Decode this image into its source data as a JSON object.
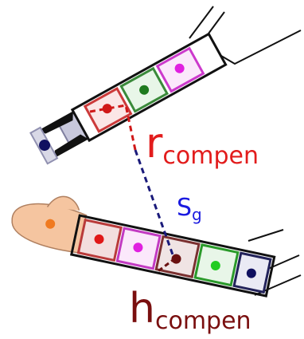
{
  "labels": {
    "r_main": "r",
    "r_sub": "compen",
    "h_main": "h",
    "h_sub": "compen",
    "s_main": "S",
    "s_sub": "g"
  },
  "colors": {
    "background": "#ffffff",
    "outline": "#111111",
    "r_label": "#e21c1c",
    "h_label": "#7a0f0f",
    "s_label": "#1a1ae0",
    "connector": "#1a1a7a",
    "r_offset": "#d01818",
    "h_offset": "#6a1010",
    "hand_skin": "#f5c5a0",
    "hand_marker": "#f07a20",
    "gripper_body": "#c8c8dc",
    "gripper_marker": "#101060"
  },
  "robot_arm": {
    "segments": [
      {
        "name": "gripper",
        "fill": "#ffffff",
        "stroke": "#111111",
        "marker": "#101060"
      },
      {
        "name": "red-link",
        "fill": "#fbe6e6",
        "stroke": "#cc3a3a",
        "marker": "#d01818"
      },
      {
        "name": "green-link",
        "fill": "#e8f6e8",
        "stroke": "#3a8a3a",
        "marker": "#1d7a1d"
      },
      {
        "name": "pink-link",
        "fill": "#fbe8fb",
        "stroke": "#cc3acc",
        "marker": "#e020e0"
      }
    ]
  },
  "human_arm": {
    "segments": [
      {
        "name": "red-link",
        "fill": "#f3dede",
        "stroke": "#b93a3a",
        "marker": "#e01818"
      },
      {
        "name": "pink-link",
        "fill": "#fbe8fb",
        "stroke": "#c23ac2",
        "marker": "#e020e0"
      },
      {
        "name": "brown-link",
        "fill": "#f0e4e4",
        "stroke": "#7a3030",
        "marker": "#6a1010"
      },
      {
        "name": "green-link",
        "fill": "#e8f6e8",
        "stroke": "#2a9a2a",
        "marker": "#22cc22"
      },
      {
        "name": "navy-link",
        "fill": "#eaeaf4",
        "stroke": "#22225a",
        "marker": "#101060"
      }
    ]
  }
}
